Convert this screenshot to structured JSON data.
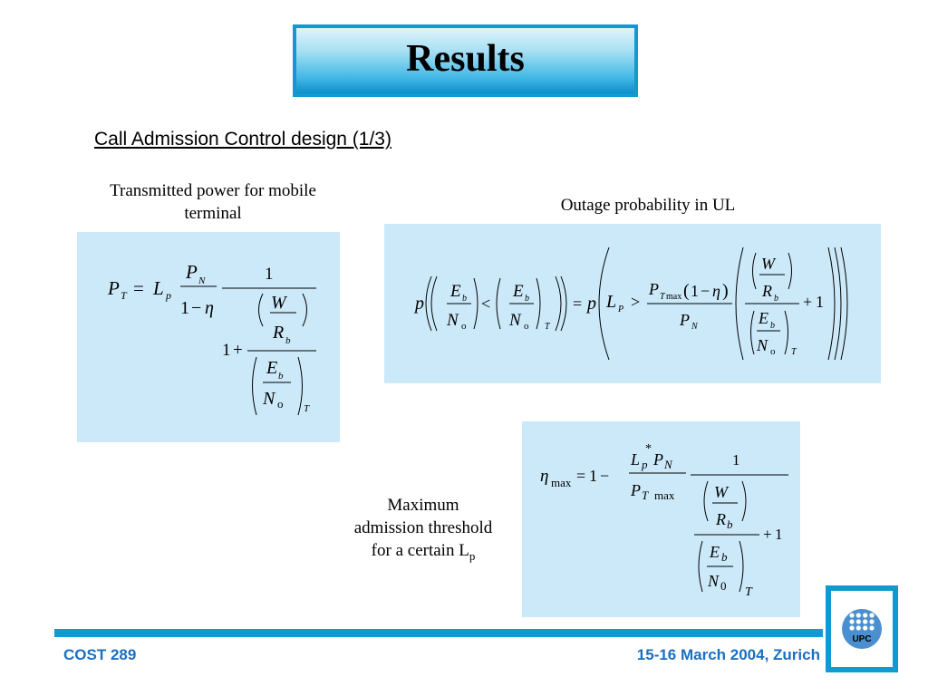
{
  "slide": {
    "title": "Results",
    "subtitle": "Call Admission Control design (1/3)",
    "captions": {
      "transmitted_power": "Transmitted power for mobile terminal",
      "outage_probability": "Outage probability in UL",
      "max_threshold_line1": "Maximum",
      "max_threshold_line2": "admission threshold",
      "max_threshold_line3": "for a certain L",
      "max_threshold_sub": "p"
    },
    "footer": {
      "left": "COST 289",
      "right": "15-16 March 2004, Zurich"
    },
    "logo_text": "UPC"
  },
  "colors": {
    "accent": "#0f9bd0",
    "panel": "#cce9f9",
    "footer_text": "#1a6fc0"
  }
}
